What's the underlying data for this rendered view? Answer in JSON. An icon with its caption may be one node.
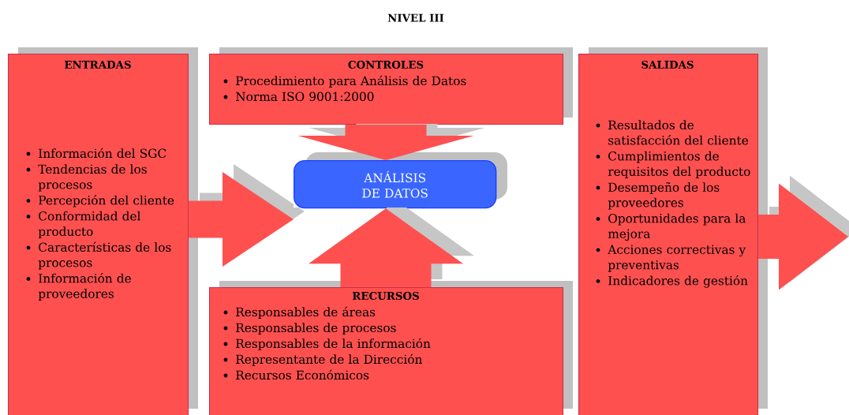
{
  "diagram": {
    "title": "NIVEL III",
    "nodes": [
      {
        "text": [
          "ENTRADAS",
          "Información del SGC",
          "Tendencias de los procesos",
          "Percepción del cliente",
          "Conformidad del producto",
          "Características de los procesos",
          "Información de proveedores"
        ]
      },
      {
        "text": [
          "CONTROLES",
          "Procedimiento para Análisis de Datos",
          "Norma ISO 9001:2000"
        ]
      },
      {
        "text": [
          "ANÁLISIS DE DATOS"
        ]
      },
      {
        "text": [
          "RECURSOS",
          "Responsables de áreas",
          "Responsables de procesos",
          "Responsables de la información",
          "Representante de la Dirección",
          "Recursos Económicos"
        ]
      },
      {
        "text": [
          "SALIDAS",
          "Resultados de satisfacción del cliente",
          "Cumplimientos de requisitos del producto",
          "Desempeño de los proveedores",
          "Oportunidades para la mejora",
          "Acciones correctivas y preventivas",
          "Indicadores de gestión"
        ]
      }
    ],
    "edges": [
      {
        "from": 0,
        "to": 2,
        "arrow": "to",
        "style": "thick"
      },
      {
        "from": 1,
        "to": 2,
        "arrow": "to",
        "style": "thick"
      },
      {
        "from": 3,
        "to": 2,
        "arrow": "to",
        "style": "thick"
      },
      {
        "from": 4,
        "to": null,
        "arrow": "to",
        "style": "thick"
      }
    ]
  }
}
